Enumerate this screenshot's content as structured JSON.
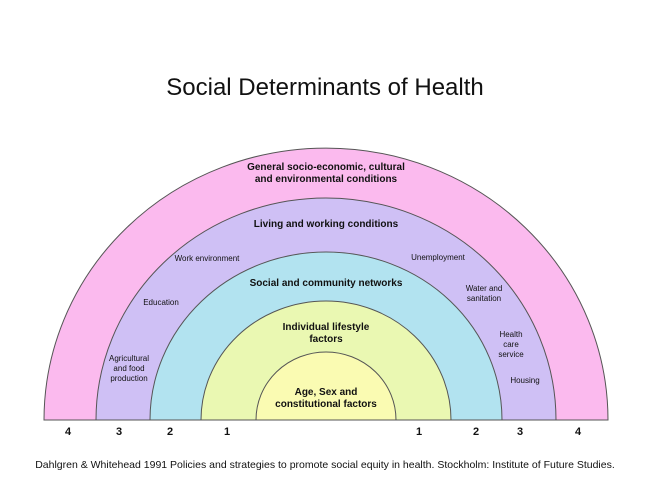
{
  "title": "Social Determinants of Health",
  "colors": {
    "layer4": "#fbbaee",
    "layer3": "#cfc0f5",
    "layer2": "#b2e3f0",
    "layer1": "#eaf8b2",
    "core": "#fafbb2",
    "outline": "#555555"
  },
  "layers": {
    "layer4": {
      "line1": "General socio-economic, cultural",
      "line2": "and environmental conditions"
    },
    "layer3": {
      "label": "Living and working conditions"
    },
    "layer2": {
      "label": "Social and community networks"
    },
    "layer1": {
      "line1": "Individual lifestyle",
      "line2": "factors"
    },
    "core": {
      "line1": "Age, Sex and",
      "line2": "constitutional factors"
    }
  },
  "factors": {
    "work_environment": "Work environment",
    "unemployment": "Unemployment",
    "education": "Education",
    "water_line1": "Water and",
    "water_line2": "sanitation",
    "agri_line1": "Agricultural",
    "agri_line2": "and food",
    "agri_line3": "production",
    "health_line1": "Health",
    "health_line2": "care",
    "health_line3": "service",
    "housing": "Housing"
  },
  "numbers": {
    "left": [
      "4",
      "3",
      "2",
      "1"
    ],
    "right": [
      "1",
      "2",
      "3",
      "4"
    ]
  },
  "source": "Dahlgren & Whitehead 1991 Policies and strategies to promote social equity in health. Stockholm: Institute of Future Studies."
}
